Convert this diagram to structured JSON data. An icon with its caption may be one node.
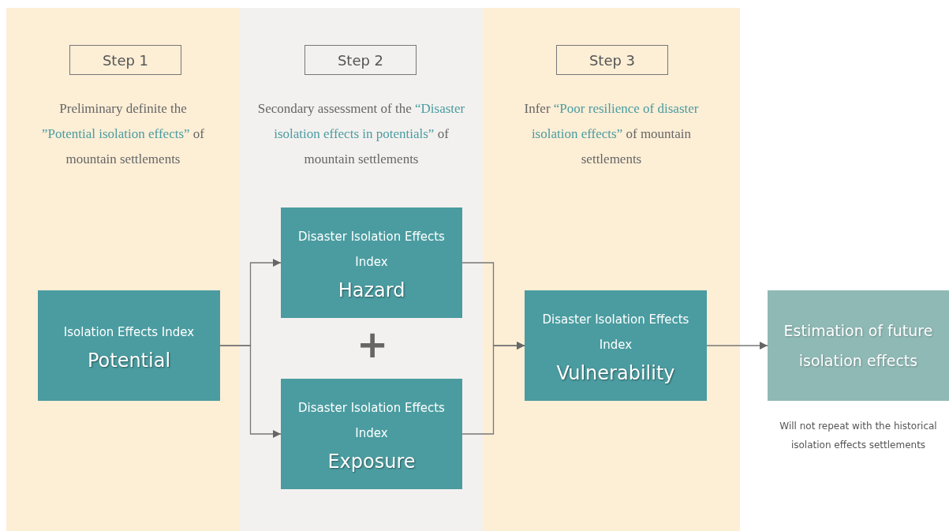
{
  "diagram": {
    "nodes": [
      {
        "text": [
          "Preliminary definite the **”Potential isolation effects”** of mountain settlements"
        ]
      },
      {
        "text": [
          "Step 1"
        ],
        "in": 0
      },
      {
        "text": [
          "Isolation Effects Index",
          "Potential"
        ],
        "in": 0
      },
      {
        "text": [
          "Secondary assessment of the **“Disaster isolation effects in potentials”** of mountain settlements"
        ]
      },
      {
        "text": [
          "Step 2"
        ],
        "in": 3
      },
      {
        "text": [
          "Disaster Isolation Effects Index",
          "Hazard"
        ],
        "in": 3
      },
      {
        "text": [
          "Disaster Isolation Effects Index",
          "Exposure"
        ],
        "in": 3
      },
      {
        "text": [
          "Infer **“Poor resilience of disaster isolation effects”** of mountain settlements"
        ]
      },
      {
        "text": [
          "Step 3"
        ],
        "in": 7
      },
      {
        "text": [
          "Disaster Isolation Effects Index",
          "Vulnerability"
        ],
        "in": 7
      },
      {
        "text": [
          "Estimation of future isolation effects"
        ],
        "beside": [
          "Will not repeat with the historical isolation effects settlements"
        ]
      }
    ],
    "edges": [
      {
        "from": 2,
        "to": 5,
        "arrow": "to"
      },
      {
        "from": 2,
        "to": 6,
        "arrow": "to"
      },
      {
        "from": 5,
        "to": 9,
        "arrow": "to"
      },
      {
        "from": 6,
        "to": 9,
        "arrow": "to"
      },
      {
        "from": 9,
        "to": 10,
        "arrow": "to"
      }
    ],
    "labels": [
      "+"
    ]
  }
}
